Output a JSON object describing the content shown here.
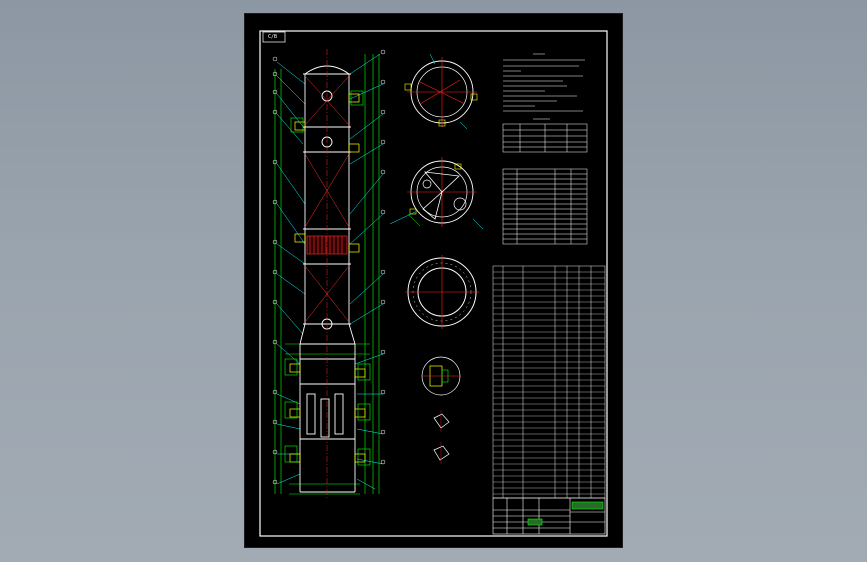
{
  "viewer": {
    "background_top": "#8c97a3",
    "background_bottom": "#a2abb4"
  },
  "drawing": {
    "frame_color": "#ffffff",
    "colors": {
      "outline": "#ffffff",
      "centerline": "#ff2020",
      "dimension": "#00ff00",
      "leader": "#00ffff",
      "hatch": "#ff3030",
      "nozzle": "#ffff00",
      "table": "#ffffff"
    },
    "corner_tag_label": "C/B",
    "views": {
      "elevation": "column-elevation",
      "section_1": "section-a-a",
      "section_2": "section-b-b",
      "section_3": "section-c-c",
      "details": [
        "detail-nozzle",
        "detail-small-1",
        "detail-small-2"
      ]
    }
  }
}
